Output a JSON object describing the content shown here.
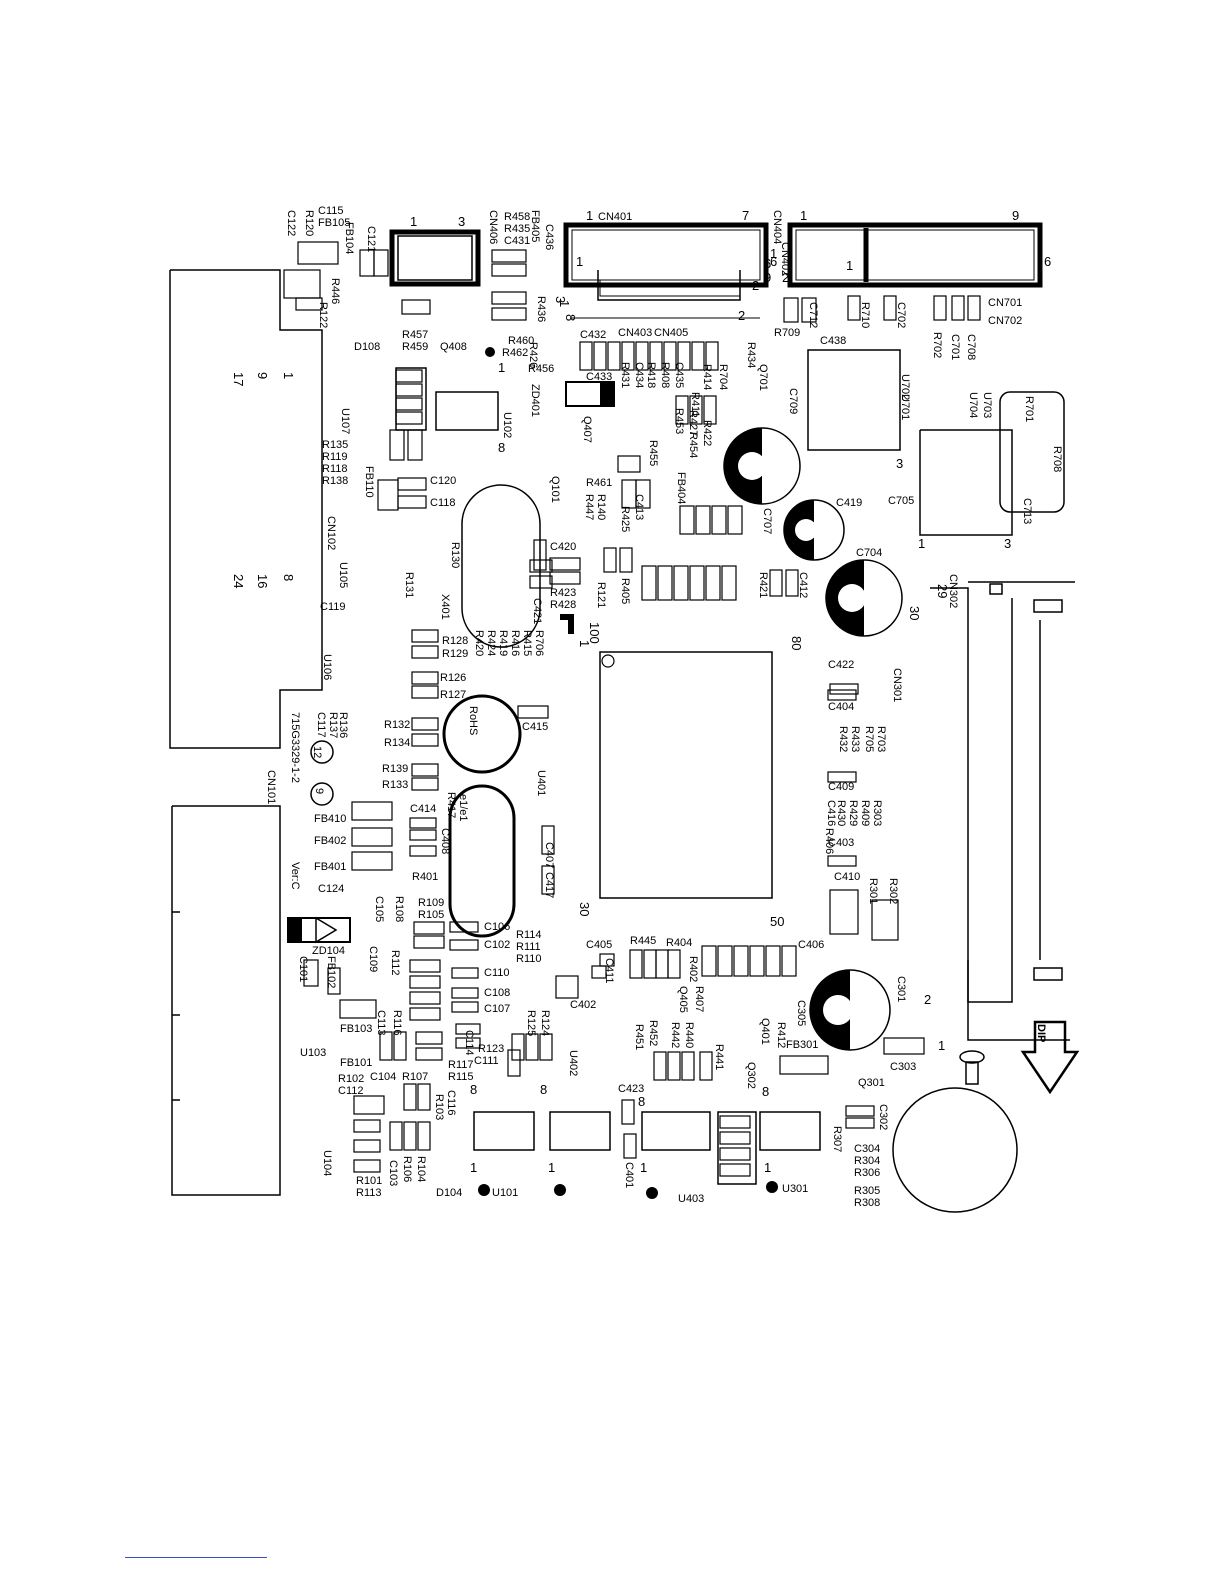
{
  "board": {
    "part_number": "715G3329-1-2",
    "version_text": "Ver:C",
    "date_code_1": "12",
    "date_code_2": "9",
    "rohs_mark": "RoHS",
    "e1_mark": "e1/e1",
    "dip_arrow_text": "DIP"
  },
  "connectors": [
    {
      "ref": "CN401",
      "pin_first": "1",
      "pin_last": "7"
    },
    {
      "ref": "CN404",
      "pin_first": "1",
      "pin_last": "9"
    },
    {
      "ref": "CN406",
      "pin_first": "1",
      "pin_last": "3"
    },
    {
      "ref": "CN402",
      "pin_first": "1",
      "pin_last": "6"
    },
    {
      "ref": "CN403",
      "pin_first": "",
      "pin_last": ""
    },
    {
      "ref": "CN405",
      "pin_first": "",
      "pin_last": ""
    },
    {
      "ref": "CN701",
      "pin_first": "",
      "pin_last": ""
    },
    {
      "ref": "CN702",
      "pin_first": "",
      "pin_last": ""
    },
    {
      "ref": "CN102",
      "pin_first": "",
      "pin_last": ""
    },
    {
      "ref": "CN101",
      "pin_first": "",
      "pin_last": ""
    },
    {
      "ref": "CN301",
      "pin_first": "",
      "pin_last": ""
    },
    {
      "ref": "CN302",
      "pin_first": "",
      "pin_last": ""
    }
  ],
  "cn102_pins": [
    "1",
    "9",
    "17",
    "8",
    "16",
    "24"
  ],
  "ic_pins": [
    "100",
    "1",
    "80",
    "30",
    "50"
  ],
  "labels": [
    {
      "id": "l1",
      "t": "C115"
    },
    {
      "id": "l2",
      "t": "FB105"
    },
    {
      "id": "l3",
      "t": "R120"
    },
    {
      "id": "l4",
      "t": "C122"
    },
    {
      "id": "l5",
      "t": "FB104"
    },
    {
      "id": "l6",
      "t": "C121"
    },
    {
      "id": "l7",
      "t": "R446"
    },
    {
      "id": "l8",
      "t": "R122"
    },
    {
      "id": "l9",
      "t": "R458"
    },
    {
      "id": "l10",
      "t": "R435"
    },
    {
      "id": "l11",
      "t": "C431"
    },
    {
      "id": "l12",
      "t": "FB405"
    },
    {
      "id": "l13",
      "t": "C436"
    },
    {
      "id": "l14",
      "t": "R457"
    },
    {
      "id": "l15",
      "t": "R459"
    },
    {
      "id": "l16",
      "t": "Q408"
    },
    {
      "id": "l17",
      "t": "D108"
    },
    {
      "id": "l18",
      "t": "R436"
    },
    {
      "id": "l19",
      "t": "R460"
    },
    {
      "id": "l20",
      "t": "R462"
    },
    {
      "id": "l21",
      "t": "R426"
    },
    {
      "id": "l22",
      "t": "R456"
    },
    {
      "id": "l23",
      "t": "C432"
    },
    {
      "id": "l24",
      "t": "ZD401"
    },
    {
      "id": "l25",
      "t": "C433"
    },
    {
      "id": "l26",
      "t": "R431"
    },
    {
      "id": "l27",
      "t": "C434"
    },
    {
      "id": "l28",
      "t": "R418"
    },
    {
      "id": "l29",
      "t": "R408"
    },
    {
      "id": "l30",
      "t": "C435"
    },
    {
      "id": "l31",
      "t": "R414"
    },
    {
      "id": "l32",
      "t": "R411"
    },
    {
      "id": "l33",
      "t": "R704"
    },
    {
      "id": "l34",
      "t": "R453"
    },
    {
      "id": "l35",
      "t": "R427"
    },
    {
      "id": "l36",
      "t": "R454"
    },
    {
      "id": "l37",
      "t": "R422"
    },
    {
      "id": "l38",
      "t": "Q701"
    },
    {
      "id": "l39",
      "t": "R434"
    },
    {
      "id": "l40",
      "t": "R709"
    },
    {
      "id": "l41",
      "t": "C712"
    },
    {
      "id": "l42",
      "t": "R710"
    },
    {
      "id": "l43",
      "t": "C702"
    },
    {
      "id": "l44",
      "t": "C438"
    },
    {
      "id": "l45",
      "t": "C709"
    },
    {
      "id": "l46",
      "t": "R702"
    },
    {
      "id": "l47",
      "t": "C701"
    },
    {
      "id": "l48",
      "t": "C708"
    },
    {
      "id": "l49",
      "t": "U702"
    },
    {
      "id": "l50",
      "t": "U701"
    },
    {
      "id": "l51",
      "t": "U703"
    },
    {
      "id": "l52",
      "t": "U704"
    },
    {
      "id": "l53",
      "t": "R701"
    },
    {
      "id": "l54",
      "t": "R708"
    },
    {
      "id": "l55",
      "t": "C713"
    },
    {
      "id": "l56",
      "t": "C705"
    },
    {
      "id": "l57",
      "t": "C419"
    },
    {
      "id": "l58",
      "t": "C707"
    },
    {
      "id": "l59",
      "t": "C704"
    },
    {
      "id": "l60",
      "t": "Q407"
    },
    {
      "id": "l61",
      "t": "R455"
    },
    {
      "id": "l62",
      "t": "FB404"
    },
    {
      "id": "l63",
      "t": "R461"
    },
    {
      "id": "l64",
      "t": "R447"
    },
    {
      "id": "l65",
      "t": "R140"
    },
    {
      "id": "l66",
      "t": "R425"
    },
    {
      "id": "l67",
      "t": "C413"
    },
    {
      "id": "l68",
      "t": "Q101"
    },
    {
      "id": "l69",
      "t": "C420"
    },
    {
      "id": "l70",
      "t": "R423"
    },
    {
      "id": "l71",
      "t": "R428"
    },
    {
      "id": "l72",
      "t": "C421"
    },
    {
      "id": "l73",
      "t": "R121"
    },
    {
      "id": "l74",
      "t": "R405"
    },
    {
      "id": "l75",
      "t": "R421"
    },
    {
      "id": "l76",
      "t": "C412"
    },
    {
      "id": "l77",
      "t": "R135"
    },
    {
      "id": "l78",
      "t": "R119"
    },
    {
      "id": "l79",
      "t": "R118"
    },
    {
      "id": "l80",
      "t": "R138"
    },
    {
      "id": "l81",
      "t": "U107"
    },
    {
      "id": "l82",
      "t": "U102"
    },
    {
      "id": "l83",
      "t": "FB110"
    },
    {
      "id": "l84",
      "t": "C120"
    },
    {
      "id": "l85",
      "t": "C118"
    },
    {
      "id": "l86",
      "t": "R130"
    },
    {
      "id": "l87",
      "t": "U105"
    },
    {
      "id": "l88",
      "t": "R131"
    },
    {
      "id": "l89",
      "t": "X401"
    },
    {
      "id": "l90",
      "t": "C119"
    },
    {
      "id": "l91",
      "t": "R128"
    },
    {
      "id": "l92",
      "t": "R129"
    },
    {
      "id": "l93",
      "t": "R420"
    },
    {
      "id": "l94",
      "t": "R424"
    },
    {
      "id": "l95",
      "t": "R419"
    },
    {
      "id": "l96",
      "t": "R416"
    },
    {
      "id": "l97",
      "t": "R415"
    },
    {
      "id": "l98",
      "t": "R706"
    },
    {
      "id": "l99",
      "t": "U106"
    },
    {
      "id": "l100",
      "t": "R126"
    },
    {
      "id": "l101",
      "t": "R127"
    },
    {
      "id": "l102",
      "t": "R136"
    },
    {
      "id": "l103",
      "t": "R137"
    },
    {
      "id": "l104",
      "t": "C117"
    },
    {
      "id": "l105",
      "t": "R132"
    },
    {
      "id": "l106",
      "t": "R134"
    },
    {
      "id": "l107",
      "t": "C415"
    },
    {
      "id": "l108",
      "t": "R139"
    },
    {
      "id": "l109",
      "t": "R133"
    },
    {
      "id": "l110",
      "t": "R417"
    },
    {
      "id": "l111",
      "t": "U401"
    },
    {
      "id": "l112",
      "t": "C422"
    },
    {
      "id": "l113",
      "t": "C404"
    },
    {
      "id": "l114",
      "t": "R703"
    },
    {
      "id": "l115",
      "t": "R705"
    },
    {
      "id": "l116",
      "t": "R433"
    },
    {
      "id": "l117",
      "t": "R432"
    },
    {
      "id": "l118",
      "t": "C409"
    },
    {
      "id": "l119",
      "t": "R303"
    },
    {
      "id": "l120",
      "t": "R409"
    },
    {
      "id": "l121",
      "t": "R429"
    },
    {
      "id": "l122",
      "t": "R430"
    },
    {
      "id": "l123",
      "t": "C416"
    },
    {
      "id": "l124",
      "t": "R406"
    },
    {
      "id": "l125",
      "t": "C403"
    },
    {
      "id": "l126",
      "t": "C410"
    },
    {
      "id": "l127",
      "t": "R301"
    },
    {
      "id": "l128",
      "t": "R302"
    },
    {
      "id": "l129",
      "t": "FB410"
    },
    {
      "id": "l130",
      "t": "C414"
    },
    {
      "id": "l131",
      "t": "FB402"
    },
    {
      "id": "l132",
      "t": "C408"
    },
    {
      "id": "l133",
      "t": "FB401"
    },
    {
      "id": "l134",
      "t": "R401"
    },
    {
      "id": "l135",
      "t": "C407"
    },
    {
      "id": "l136",
      "t": "C417"
    },
    {
      "id": "l137",
      "t": "C124"
    },
    {
      "id": "l138",
      "t": "C105"
    },
    {
      "id": "l139",
      "t": "R108"
    },
    {
      "id": "l140",
      "t": "R109"
    },
    {
      "id": "l141",
      "t": "R105"
    },
    {
      "id": "l142",
      "t": "C106"
    },
    {
      "id": "l143",
      "t": "C102"
    },
    {
      "id": "l144",
      "t": "R114"
    },
    {
      "id": "l145",
      "t": "R111"
    },
    {
      "id": "l146",
      "t": "R110"
    },
    {
      "id": "l147",
      "t": "ZD104"
    },
    {
      "id": "l148",
      "t": "C101"
    },
    {
      "id": "l149",
      "t": "FB102"
    },
    {
      "id": "l150",
      "t": "C109"
    },
    {
      "id": "l151",
      "t": "R112"
    },
    {
      "id": "l152",
      "t": "C110"
    },
    {
      "id": "l153",
      "t": "C108"
    },
    {
      "id": "l154",
      "t": "C107"
    },
    {
      "id": "l155",
      "t": "C405"
    },
    {
      "id": "l156",
      "t": "R445"
    },
    {
      "id": "l157",
      "t": "R404"
    },
    {
      "id": "l158",
      "t": "C411"
    },
    {
      "id": "l159",
      "t": "R402"
    },
    {
      "id": "l160",
      "t": "Q405"
    },
    {
      "id": "l161",
      "t": "R407"
    },
    {
      "id": "l162",
      "t": "C406"
    },
    {
      "id": "l163",
      "t": "C301"
    },
    {
      "id": "l164",
      "t": "C402"
    },
    {
      "id": "l165",
      "t": "R125"
    },
    {
      "id": "l166",
      "t": "R124"
    },
    {
      "id": "l167",
      "t": "Q401"
    },
    {
      "id": "l168",
      "t": "C305"
    },
    {
      "id": "l169",
      "t": "R412"
    },
    {
      "id": "l170",
      "t": "FB301"
    },
    {
      "id": "l171",
      "t": "FB103"
    },
    {
      "id": "l172",
      "t": "C113"
    },
    {
      "id": "l173",
      "t": "R116"
    },
    {
      "id": "l174",
      "t": "C114"
    },
    {
      "id": "l175",
      "t": "R123"
    },
    {
      "id": "l176",
      "t": "C111"
    },
    {
      "id": "l177",
      "t": "R451"
    },
    {
      "id": "l178",
      "t": "R452"
    },
    {
      "id": "l179",
      "t": "R442"
    },
    {
      "id": "l180",
      "t": "R440"
    },
    {
      "id": "l181",
      "t": "R441"
    },
    {
      "id": "l182",
      "t": "Q302"
    },
    {
      "id": "l183",
      "t": "C303"
    },
    {
      "id": "l184",
      "t": "Q301"
    },
    {
      "id": "l185",
      "t": "U103"
    },
    {
      "id": "l186",
      "t": "FB101"
    },
    {
      "id": "l187",
      "t": "R117"
    },
    {
      "id": "l188",
      "t": "R115"
    },
    {
      "id": "l189",
      "t": "C116"
    },
    {
      "id": "l190",
      "t": "U402"
    },
    {
      "id": "l191",
      "t": "R102"
    },
    {
      "id": "l192",
      "t": "C112"
    },
    {
      "id": "l193",
      "t": "C104"
    },
    {
      "id": "l194",
      "t": "R107"
    },
    {
      "id": "l195",
      "t": "R103"
    },
    {
      "id": "l196",
      "t": "C423"
    },
    {
      "id": "l197",
      "t": "C302"
    },
    {
      "id": "l198",
      "t": "R307"
    },
    {
      "id": "l199",
      "t": "C304"
    },
    {
      "id": "l200",
      "t": "R304"
    },
    {
      "id": "l201",
      "t": "R306"
    },
    {
      "id": "l202",
      "t": "R305"
    },
    {
      "id": "l203",
      "t": "R308"
    },
    {
      "id": "l204",
      "t": "U104"
    },
    {
      "id": "l205",
      "t": "R106"
    },
    {
      "id": "l206",
      "t": "R104"
    },
    {
      "id": "l207",
      "t": "C103"
    },
    {
      "id": "l208",
      "t": "R101"
    },
    {
      "id": "l209",
      "t": "R113"
    },
    {
      "id": "l210",
      "t": "D104"
    },
    {
      "id": "l211",
      "t": "U101"
    },
    {
      "id": "l212",
      "t": "C401"
    },
    {
      "id": "l213",
      "t": "U403"
    },
    {
      "id": "l214",
      "t": "U301"
    }
  ],
  "misc": [
    {
      "id": "m1",
      "t": "8"
    },
    {
      "id": "m2",
      "t": "1"
    },
    {
      "id": "m3",
      "t": "8"
    },
    {
      "id": "m4",
      "t": "3"
    },
    {
      "id": "m5",
      "t": "1"
    },
    {
      "id": "m6",
      "t": "3"
    },
    {
      "id": "m7",
      "t": "3"
    },
    {
      "id": "m8",
      "t": "1"
    },
    {
      "id": "m9",
      "t": "8"
    },
    {
      "id": "m10",
      "t": "8"
    },
    {
      "id": "m11",
      "t": "8"
    },
    {
      "id": "m12",
      "t": "8"
    },
    {
      "id": "m13",
      "t": "1"
    },
    {
      "id": "m14",
      "t": "1"
    },
    {
      "id": "m15",
      "t": "1"
    },
    {
      "id": "m16",
      "t": "1"
    },
    {
      "id": "m17",
      "t": "2"
    },
    {
      "id": "m18",
      "t": "1"
    },
    {
      "id": "m19",
      "t": "30"
    },
    {
      "id": "m20",
      "t": "29"
    },
    {
      "id": "m21",
      "t": "2"
    },
    {
      "id": "m22",
      "t": "2"
    },
    {
      "id": "m23",
      "t": "1"
    },
    {
      "id": "m24",
      "t": "2"
    },
    {
      "id": "m25",
      "t": "6"
    },
    {
      "id": "m26",
      "t": "9"
    },
    {
      "id": "m27",
      "t": "1"
    },
    {
      "id": "m28",
      "t": "6"
    }
  ]
}
